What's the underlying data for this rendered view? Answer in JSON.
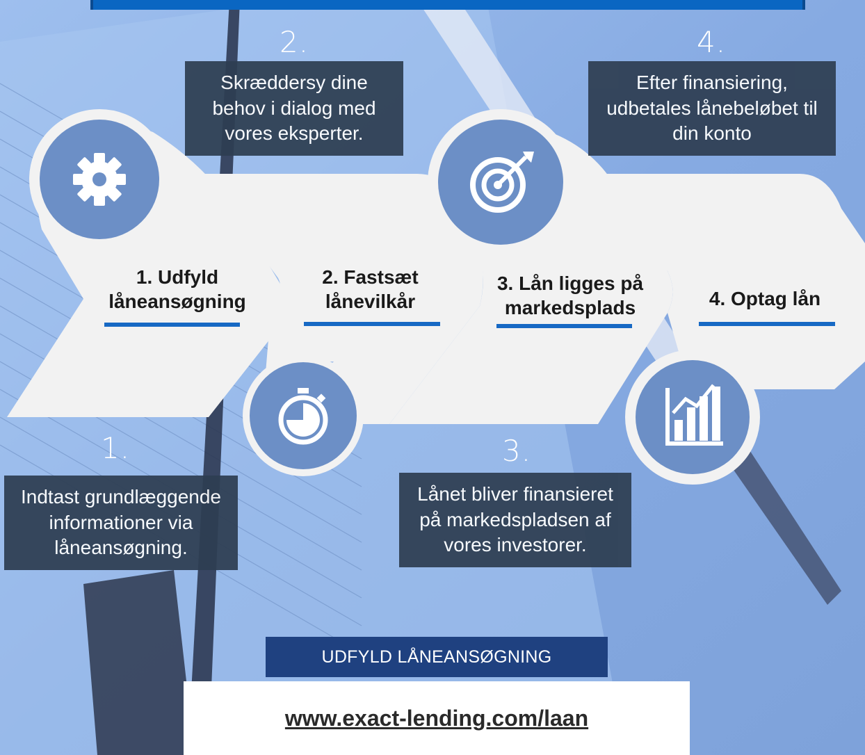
{
  "steps": [
    {
      "number": "1.",
      "title_line1": "1. Udfyld",
      "title_line2": "låneansøgning",
      "icon": "gear-icon",
      "desc_lines": [
        "Indtast grundlæggende",
        "informationer via",
        "låneansøgning."
      ]
    },
    {
      "number": "2.",
      "title_line1": "2. Fastsæt",
      "title_line2": "lånevilkår",
      "icon": "stopwatch-icon",
      "desc_lines": [
        "Skræddersy dine",
        "behov i dialog med",
        "vores eksperter."
      ]
    },
    {
      "number": "3.",
      "title_line1": "3. Lån ligges på",
      "title_line2": "markedsplads",
      "icon": "target-icon",
      "desc_lines": [
        "Lånet bliver finansieret",
        "på markedspladsen af",
        "vores investorer."
      ]
    },
    {
      "number": "4.",
      "title_line1": "4. Optag lån",
      "title_line2": "",
      "icon": "bar-chart-icon",
      "desc_lines": [
        "Efter finansiering,",
        "udbetales lånebeløbet til",
        "din konto"
      ]
    }
  ],
  "cta": {
    "label": "UDFYLD LÅNEANSØGNING"
  },
  "url": {
    "text": "www.exact-lending.com/laan"
  },
  "colors": {
    "background": "#8fb3e8",
    "accent": "#1769c4",
    "desc_box": "#2e3e52",
    "cta": "#1f4180",
    "chevron": "#f2f2f2"
  }
}
